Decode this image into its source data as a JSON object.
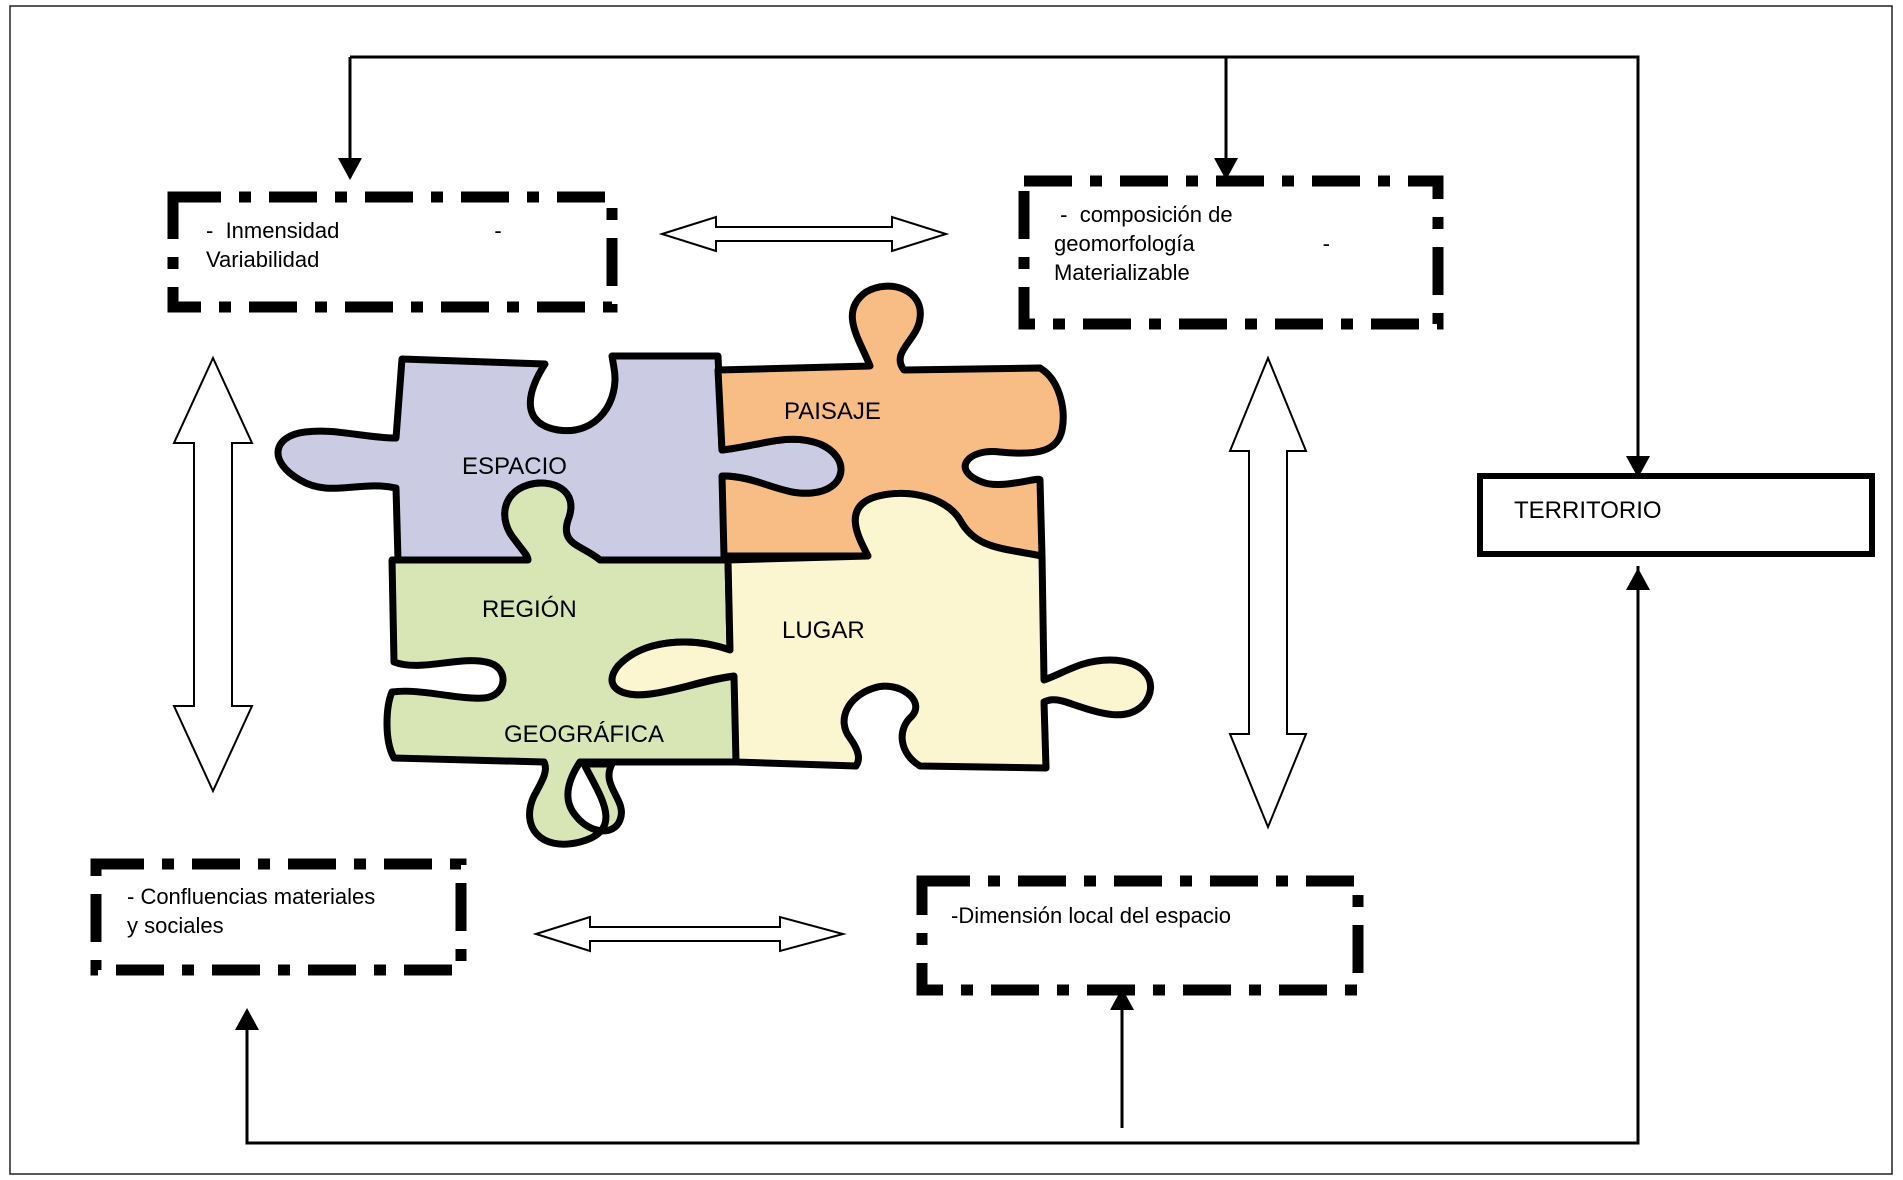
{
  "territorio": "TERRITORIO",
  "boxes": {
    "top_left": {
      "line1_dash": "-",
      "line1_text": "Inmensidad",
      "line1_trailing_dash": "-",
      "line2": "Variabilidad"
    },
    "top_right": {
      "line1_dash": "-",
      "line1_text": "composición de",
      "line2": "geomorfología",
      "line2_trailing_dash": "-",
      "line3": "Materializable"
    },
    "bottom_left": {
      "line1": "- Confluencias materiales",
      "line2": "y sociales"
    },
    "bottom_right": {
      "line1": "-Dimensión local del espacio"
    }
  },
  "pieces": {
    "espacio": {
      "label": "ESPACIO",
      "color": "#cbcbe4"
    },
    "paisaje": {
      "label": "PAISAJE",
      "color": "#f8bd84"
    },
    "region": {
      "label_line1": "REGIÓN",
      "label_line2": "GEOGRÁFICA",
      "color": "#d8e5b5"
    },
    "lugar": {
      "label": "LUGAR",
      "color": "#fbf6cf"
    }
  }
}
